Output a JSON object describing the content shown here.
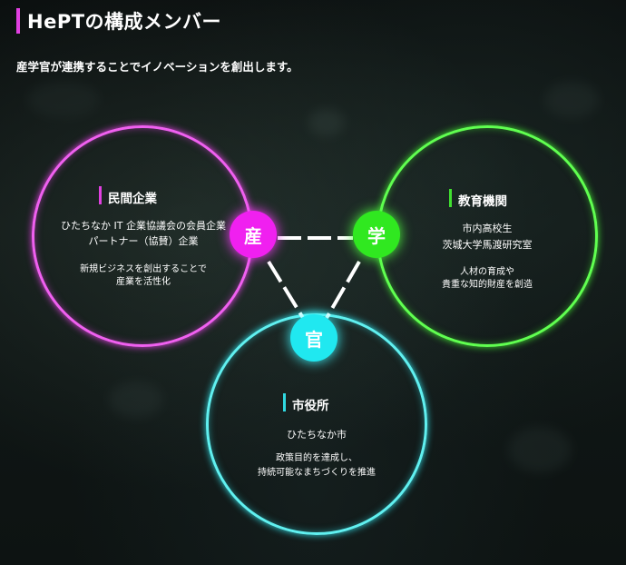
{
  "header": {
    "title": "HePTの構成メンバー",
    "subtitle": "産学官が連携することでイノベーションを創出します。"
  },
  "colors": {
    "industry": "#e040e0",
    "academia": "#40e030",
    "government": "#30d8e0"
  },
  "badges": {
    "industry": "産",
    "academia": "学",
    "government": "官"
  },
  "industry": {
    "heading": "民間企業",
    "members": [
      "ひたちなか IT 企業協議会の会員企業",
      "パートナー（協賛）企業"
    ],
    "roles": [
      "新規ビジネスを創出することで",
      "産業を活性化"
    ]
  },
  "academia": {
    "heading": "教育機関",
    "members": [
      "市内高校生",
      "茨城大学馬渡研究室"
    ],
    "roles": [
      "人材の育成や",
      "貴重な知的財産を創造"
    ]
  },
  "government": {
    "heading": "市役所",
    "members": [
      "ひたちなか市"
    ],
    "roles": [
      "政策目的を達成し、",
      "持続可能なまちづくりを推進"
    ]
  }
}
